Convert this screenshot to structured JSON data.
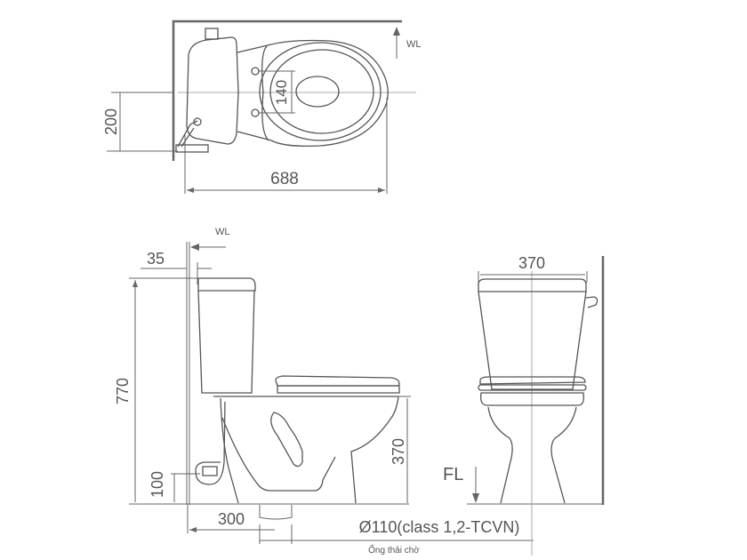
{
  "drawing": {
    "top_view": {
      "label_wl": "WL",
      "dim_width": "688",
      "dim_inlet_offset": "200",
      "dim_seat_holes": "140"
    },
    "side_view": {
      "label_wl": "WL",
      "dim_wall_gap": "35",
      "dim_total_height": "770",
      "dim_inlet_height": "100",
      "dim_bowl_height": "370",
      "dim_rough_in": "300",
      "label_fl": "FL",
      "drain_spec": "Ø110(class 1,2-TCVN)",
      "drain_note": "Ống thải chờ"
    },
    "front_view": {
      "dim_width": "370"
    },
    "colors": {
      "line": "#555555",
      "centerline": "#aaaaaa",
      "background": "#ffffff"
    }
  }
}
